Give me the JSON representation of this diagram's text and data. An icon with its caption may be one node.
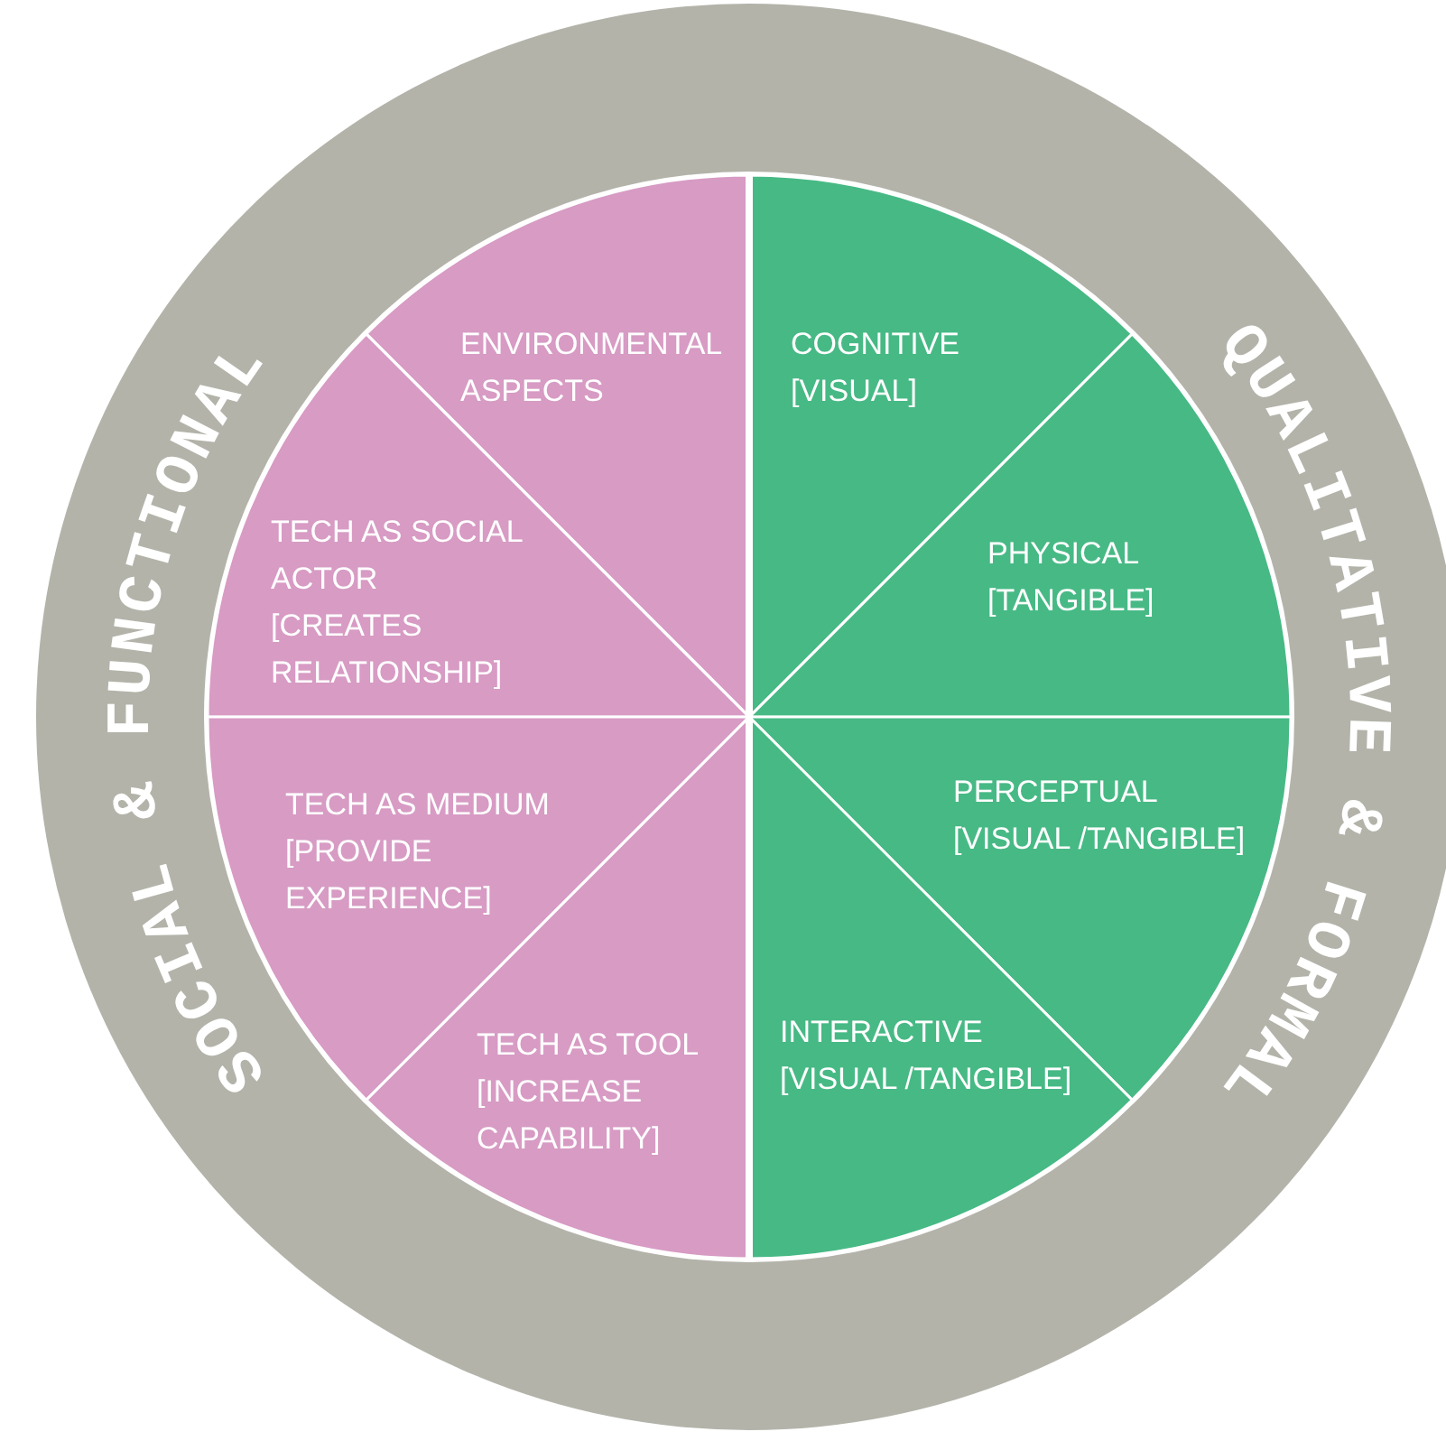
{
  "diagram": {
    "nodes": [
      {
        "text": [
          "SOCIAL & FUNCTIONAL",
          "QUALITATIVE & FORMAL"
        ]
      },
      {
        "text": [
          "ENVIRONMENTAL ASPECTS"
        ],
        "in": 0
      },
      {
        "text": [
          "TECH AS SOCIAL ACTOR [CREATES RELATIONSHIP]"
        ],
        "in": 0
      },
      {
        "text": [
          "TECH AS MEDIUM [PROVIDE EXPERIENCE]"
        ],
        "in": 0
      },
      {
        "text": [
          "TECH AS TOOL [INCREASE CAPABILITY]"
        ],
        "in": 0
      },
      {
        "text": [
          "COGNITIVE [VISUAL]"
        ],
        "in": 0
      },
      {
        "text": [
          "PHYSICAL [TANGIBLE]"
        ],
        "in": 0
      },
      {
        "text": [
          "PERCEPTUAL [VISUAL /TANGIBLE]"
        ],
        "in": 0
      },
      {
        "text": [
          "INTERACTIVE [VISUAL /TANGIBLE]"
        ],
        "in": 0
      }
    ]
  }
}
